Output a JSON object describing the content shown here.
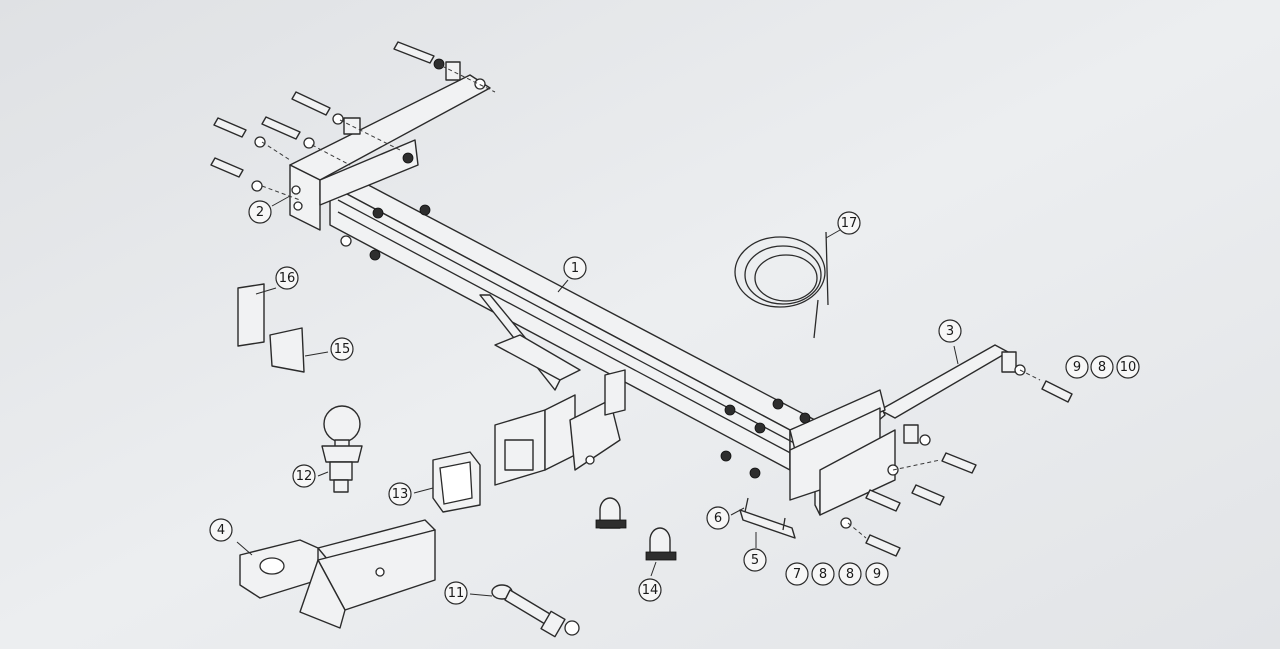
{
  "diagram": {
    "callouts": [
      {
        "id": "c1",
        "label": "1"
      },
      {
        "id": "c2",
        "label": "2"
      },
      {
        "id": "c3",
        "label": "3"
      },
      {
        "id": "c4",
        "label": "4"
      },
      {
        "id": "c5",
        "label": "5"
      },
      {
        "id": "c6",
        "label": "6"
      },
      {
        "id": "c7a",
        "label": "7"
      },
      {
        "id": "c8a",
        "label": "8"
      },
      {
        "id": "c8b",
        "label": "8"
      },
      {
        "id": "c9a",
        "label": "9"
      },
      {
        "id": "c9b",
        "label": "9"
      },
      {
        "id": "c8c",
        "label": "8"
      },
      {
        "id": "c10",
        "label": "10"
      },
      {
        "id": "c11",
        "label": "11"
      },
      {
        "id": "c12",
        "label": "12"
      },
      {
        "id": "c13",
        "label": "13"
      },
      {
        "id": "c14",
        "label": "14"
      },
      {
        "id": "c15",
        "label": "15"
      },
      {
        "id": "c16",
        "label": "16"
      },
      {
        "id": "c17",
        "label": "17"
      }
    ]
  }
}
